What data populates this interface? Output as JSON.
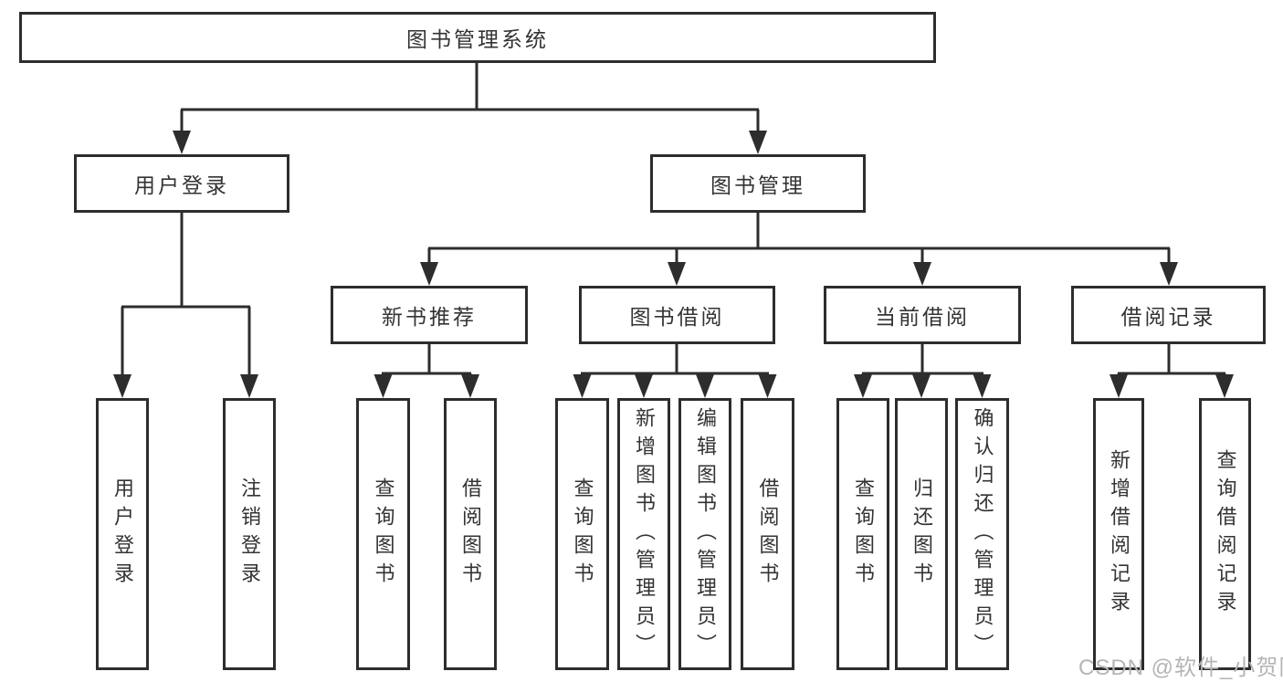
{
  "diagram_title": "图书管理系统",
  "nodes": {
    "root": {
      "label": "图书管理系统"
    },
    "level2": [
      {
        "label": "用户登录",
        "parent": "图书管理系统"
      },
      {
        "label": "图书管理",
        "parent": "图书管理系统"
      }
    ],
    "level3": [
      {
        "label": "新书推荐",
        "parent": "图书管理"
      },
      {
        "label": "图书借阅",
        "parent": "图书管理"
      },
      {
        "label": "当前借阅",
        "parent": "图书管理"
      },
      {
        "label": "借阅记录",
        "parent": "图书管理"
      }
    ],
    "leaves": [
      {
        "label": "用户登录",
        "parent": "用户登录"
      },
      {
        "label": "注销登录",
        "parent": "用户登录"
      },
      {
        "label": "查询图书",
        "parent": "新书推荐"
      },
      {
        "label": "借阅图书",
        "parent": "新书推荐"
      },
      {
        "label": "查询图书",
        "parent": "图书借阅"
      },
      {
        "label": "新增图书（管理员）",
        "parent": "图书借阅"
      },
      {
        "label": "编辑图书（管理员）",
        "parent": "图书借阅"
      },
      {
        "label": "借阅图书",
        "parent": "图书借阅"
      },
      {
        "label": "查询图书",
        "parent": "当前借阅"
      },
      {
        "label": "归还图书",
        "parent": "当前借阅"
      },
      {
        "label": "确认归还（管理员）",
        "parent": "当前借阅"
      },
      {
        "label": "新增借阅记录",
        "parent": "借阅记录"
      },
      {
        "label": "查询借阅记录",
        "parent": "借阅记录"
      }
    ]
  },
  "watermark": "CSDN @软件_小贺同学",
  "colors": {
    "line": "#2d2d2d",
    "text": "#333333",
    "watermark": "#b5b5b5",
    "background": "#ffffff"
  }
}
